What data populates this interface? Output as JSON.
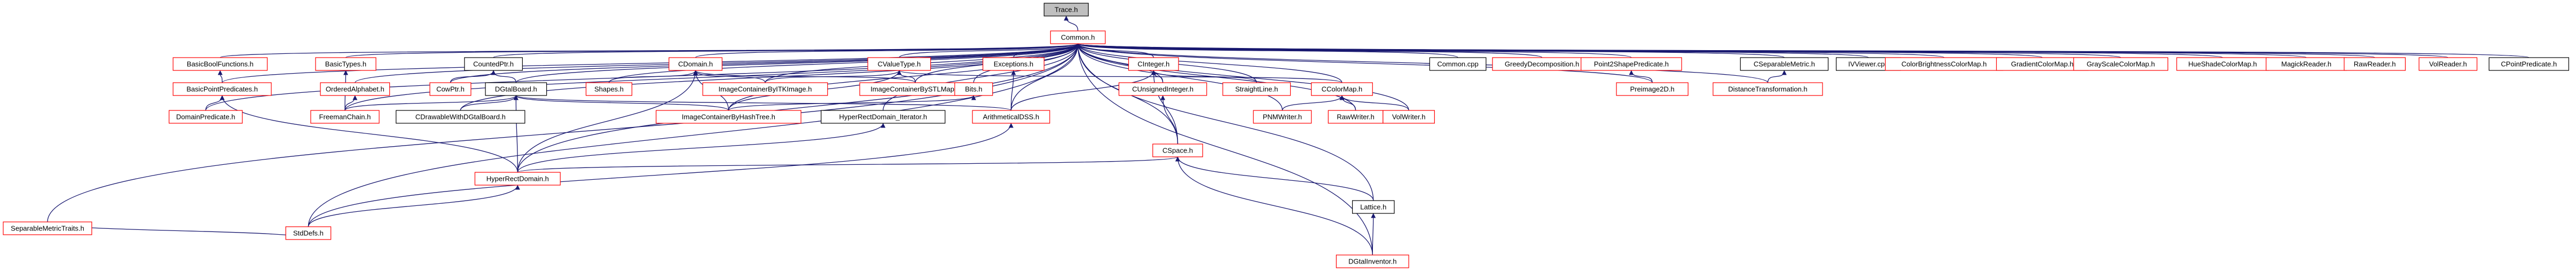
{
  "colors": {
    "black_edge": "#191970",
    "red_border": "#ff0000",
    "black_border": "#000000",
    "root_fill": "#bfbfbf",
    "node_fill": "#ffffff",
    "text": "#000000"
  },
  "diagram": {
    "nodes": [
      {
        "id": "trace",
        "label": "Trace.h",
        "fill": "gray",
        "border": "black"
      },
      {
        "id": "common",
        "label": "Common.h",
        "border": "red"
      },
      {
        "id": "sepmetric",
        "label": "SeparableMetricTraits.h",
        "border": "red"
      },
      {
        "id": "boolfunc",
        "label": "BasicBoolFunctions.h",
        "border": "red"
      },
      {
        "id": "basictypes",
        "label": "BasicTypes.h",
        "border": "red"
      },
      {
        "id": "countedptr",
        "label": "CountedPtr.h",
        "border": "black"
      },
      {
        "id": "cdomain",
        "label": "CDomain.h",
        "border": "red"
      },
      {
        "id": "cvaluetype",
        "label": "CValueType.h",
        "border": "red"
      },
      {
        "id": "exceptions",
        "label": "Exceptions.h",
        "border": "red"
      },
      {
        "id": "cinteger",
        "label": "CInteger.h",
        "border": "red"
      },
      {
        "id": "commoncpp",
        "label": "Common.cpp",
        "border": "black"
      },
      {
        "id": "greedy",
        "label": "GreedyDecomposition.h",
        "border": "red"
      },
      {
        "id": "point2shape",
        "label": "Point2ShapePredicate.h",
        "border": "red"
      },
      {
        "id": "csepmetric",
        "label": "CSeparableMetric.h",
        "border": "black"
      },
      {
        "id": "iviewer",
        "label": "IVViewer.cpp",
        "border": "black"
      },
      {
        "id": "colorbright",
        "label": "ColorBrightnessColorMap.h",
        "border": "red"
      },
      {
        "id": "gradient",
        "label": "GradientColorMap.h",
        "border": "red"
      },
      {
        "id": "grayscale",
        "label": "GrayScaleColorMap.h",
        "border": "red"
      },
      {
        "id": "hueshade",
        "label": "HueShadeColorMap.h",
        "border": "red"
      },
      {
        "id": "magick",
        "label": "MagickReader.h",
        "border": "red"
      },
      {
        "id": "rawreader",
        "label": "RawReader.h",
        "border": "red"
      },
      {
        "id": "volreader",
        "label": "VolReader.h",
        "border": "red"
      },
      {
        "id": "cpointpred",
        "label": "CPointPredicate.h",
        "border": "black"
      },
      {
        "id": "basicpointpred",
        "label": "BasicPointPredicates.h",
        "border": "red"
      },
      {
        "id": "orderedalpha",
        "label": "OrderedAlphabet.h",
        "border": "red"
      },
      {
        "id": "cowptr",
        "label": "CowPtr.h",
        "border": "red"
      },
      {
        "id": "dgtalboard",
        "label": "DGtalBoard.h",
        "border": "black"
      },
      {
        "id": "shapes",
        "label": "Shapes.h",
        "border": "red"
      },
      {
        "id": "imgitk",
        "label": "ImageContainerByITKImage.h",
        "border": "red"
      },
      {
        "id": "imgstl",
        "label": "ImageContainerBySTLMap.h",
        "border": "red"
      },
      {
        "id": "bits",
        "label": "Bits.h",
        "border": "red"
      },
      {
        "id": "cunsigned",
        "label": "CUnsignedInteger.h",
        "border": "red"
      },
      {
        "id": "straightline",
        "label": "StraightLine.h",
        "border": "red"
      },
      {
        "id": "ccolormap",
        "label": "CColorMap.h",
        "border": "red"
      },
      {
        "id": "preimage",
        "label": "Preimage2D.h",
        "border": "red"
      },
      {
        "id": "disttransf",
        "label": "DistanceTransformation.h",
        "border": "red"
      },
      {
        "id": "domainpred",
        "label": "DomainPredicate.h",
        "border": "red"
      },
      {
        "id": "freeman",
        "label": "FreemanChain.h",
        "border": "red"
      },
      {
        "id": "cdrawable",
        "label": "CDrawableWithDGtalBoard.h",
        "border": "black"
      },
      {
        "id": "imghash",
        "label": "ImageContainerByHashTree.h",
        "border": "red"
      },
      {
        "id": "hyperiter",
        "label": "HyperRectDomain_Iterator.h",
        "border": "black"
      },
      {
        "id": "arith",
        "label": "ArithmeticalDSS.h",
        "border": "red"
      },
      {
        "id": "pnmwriter",
        "label": "PNMWriter.h",
        "border": "red"
      },
      {
        "id": "rawwriter",
        "label": "RawWriter.h",
        "border": "red"
      },
      {
        "id": "volwriter",
        "label": "VolWriter.h",
        "border": "red"
      },
      {
        "id": "cspace",
        "label": "CSpace.h",
        "border": "red"
      },
      {
        "id": "hyperrect",
        "label": "HyperRectDomain.h",
        "border": "red"
      },
      {
        "id": "lattice",
        "label": "Lattice.h",
        "border": "black"
      },
      {
        "id": "stddefs",
        "label": "StdDefs.h",
        "border": "red"
      },
      {
        "id": "dgtalinv",
        "label": "DGtalInventor.h",
        "border": "red"
      }
    ],
    "edges": [
      {
        "from": "common",
        "to": "trace"
      },
      {
        "from": "sepmetric",
        "to": "common"
      },
      {
        "from": "boolfunc",
        "to": "common"
      },
      {
        "from": "basictypes",
        "to": "common"
      },
      {
        "from": "countedptr",
        "to": "common"
      },
      {
        "from": "cdomain",
        "to": "common"
      },
      {
        "from": "cvaluetype",
        "to": "common"
      },
      {
        "from": "exceptions",
        "to": "common"
      },
      {
        "from": "cinteger",
        "to": "common"
      },
      {
        "from": "commoncpp",
        "to": "common"
      },
      {
        "from": "greedy",
        "to": "common"
      },
      {
        "from": "point2shape",
        "to": "common"
      },
      {
        "from": "csepmetric",
        "to": "common"
      },
      {
        "from": "iviewer",
        "to": "common"
      },
      {
        "from": "colorbright",
        "to": "common"
      },
      {
        "from": "gradient",
        "to": "common"
      },
      {
        "from": "grayscale",
        "to": "common"
      },
      {
        "from": "hueshade",
        "to": "common"
      },
      {
        "from": "magick",
        "to": "common"
      },
      {
        "from": "rawreader",
        "to": "common"
      },
      {
        "from": "volreader",
        "to": "common"
      },
      {
        "from": "cpointpred",
        "to": "common"
      },
      {
        "from": "basicpointpred",
        "to": "common"
      },
      {
        "from": "orderedalpha",
        "to": "common"
      },
      {
        "from": "cowptr",
        "to": "common"
      },
      {
        "from": "dgtalboard",
        "to": "common"
      },
      {
        "from": "shapes",
        "to": "common"
      },
      {
        "from": "imgitk",
        "to": "common"
      },
      {
        "from": "imgstl",
        "to": "common"
      },
      {
        "from": "bits",
        "to": "common"
      },
      {
        "from": "cunsigned",
        "to": "common"
      },
      {
        "from": "straightline",
        "to": "common"
      },
      {
        "from": "ccolormap",
        "to": "common"
      },
      {
        "from": "preimage",
        "to": "common"
      },
      {
        "from": "disttransf",
        "to": "common"
      },
      {
        "from": "domainpred",
        "to": "common"
      },
      {
        "from": "freeman",
        "to": "common"
      },
      {
        "from": "cdrawable",
        "to": "common"
      },
      {
        "from": "imghash",
        "to": "common"
      },
      {
        "from": "hyperiter",
        "to": "common"
      },
      {
        "from": "arith",
        "to": "common"
      },
      {
        "from": "pnmwriter",
        "to": "common"
      },
      {
        "from": "rawwriter",
        "to": "common"
      },
      {
        "from": "volwriter",
        "to": "common"
      },
      {
        "from": "cspace",
        "to": "common"
      },
      {
        "from": "hyperrect",
        "to": "common"
      },
      {
        "from": "lattice",
        "to": "common"
      },
      {
        "from": "stddefs",
        "to": "common"
      },
      {
        "from": "dgtalinv",
        "to": "common"
      },
      {
        "from": "basicpointpred",
        "to": "boolfunc"
      },
      {
        "from": "domainpred",
        "to": "basicpointpred"
      },
      {
        "from": "hyperrect",
        "to": "basicpointpred"
      },
      {
        "from": "freeman",
        "to": "basictypes"
      },
      {
        "from": "freeman",
        "to": "orderedalpha"
      },
      {
        "from": "cowptr",
        "to": "countedptr"
      },
      {
        "from": "dgtalboard",
        "to": "countedptr"
      },
      {
        "from": "freeman",
        "to": "dgtalboard"
      },
      {
        "from": "cdrawable",
        "to": "dgtalboard"
      },
      {
        "from": "hyperrect",
        "to": "dgtalboard"
      },
      {
        "from": "imghash",
        "to": "dgtalboard"
      },
      {
        "from": "arith",
        "to": "dgtalboard"
      },
      {
        "from": "shapes",
        "to": "cdomain"
      },
      {
        "from": "imgitk",
        "to": "cdomain"
      },
      {
        "from": "imgstl",
        "to": "cdomain"
      },
      {
        "from": "imghash",
        "to": "cdomain"
      },
      {
        "from": "hyperrect",
        "to": "cdomain"
      },
      {
        "from": "imgitk",
        "to": "cvaluetype"
      },
      {
        "from": "imgstl",
        "to": "cvaluetype"
      },
      {
        "from": "imghash",
        "to": "cvaluetype"
      },
      {
        "from": "ccolormap",
        "to": "cvaluetype"
      },
      {
        "from": "imghash",
        "to": "bits"
      },
      {
        "from": "arith",
        "to": "exceptions"
      },
      {
        "from": "cunsigned",
        "to": "cinteger"
      },
      {
        "from": "straightline",
        "to": "cinteger"
      },
      {
        "from": "arith",
        "to": "cinteger"
      },
      {
        "from": "cspace",
        "to": "cinteger"
      },
      {
        "from": "cspace",
        "to": "cunsigned"
      },
      {
        "from": "pnmwriter",
        "to": "ccolormap"
      },
      {
        "from": "rawwriter",
        "to": "ccolormap"
      },
      {
        "from": "volwriter",
        "to": "ccolormap"
      },
      {
        "from": "preimage",
        "to": "point2shape"
      },
      {
        "from": "disttransf",
        "to": "csepmetric"
      },
      {
        "from": "hyperrect",
        "to": "hyperiter"
      },
      {
        "from": "stddefs",
        "to": "arith"
      },
      {
        "from": "hyperrect",
        "to": "cspace"
      },
      {
        "from": "lattice",
        "to": "cspace"
      },
      {
        "from": "dgtalinv",
        "to": "cspace"
      },
      {
        "from": "stddefs",
        "to": "hyperrect"
      },
      {
        "from": "stddefs",
        "to": "sepmetric"
      },
      {
        "from": "dgtalinv",
        "to": "lattice"
      }
    ]
  }
}
